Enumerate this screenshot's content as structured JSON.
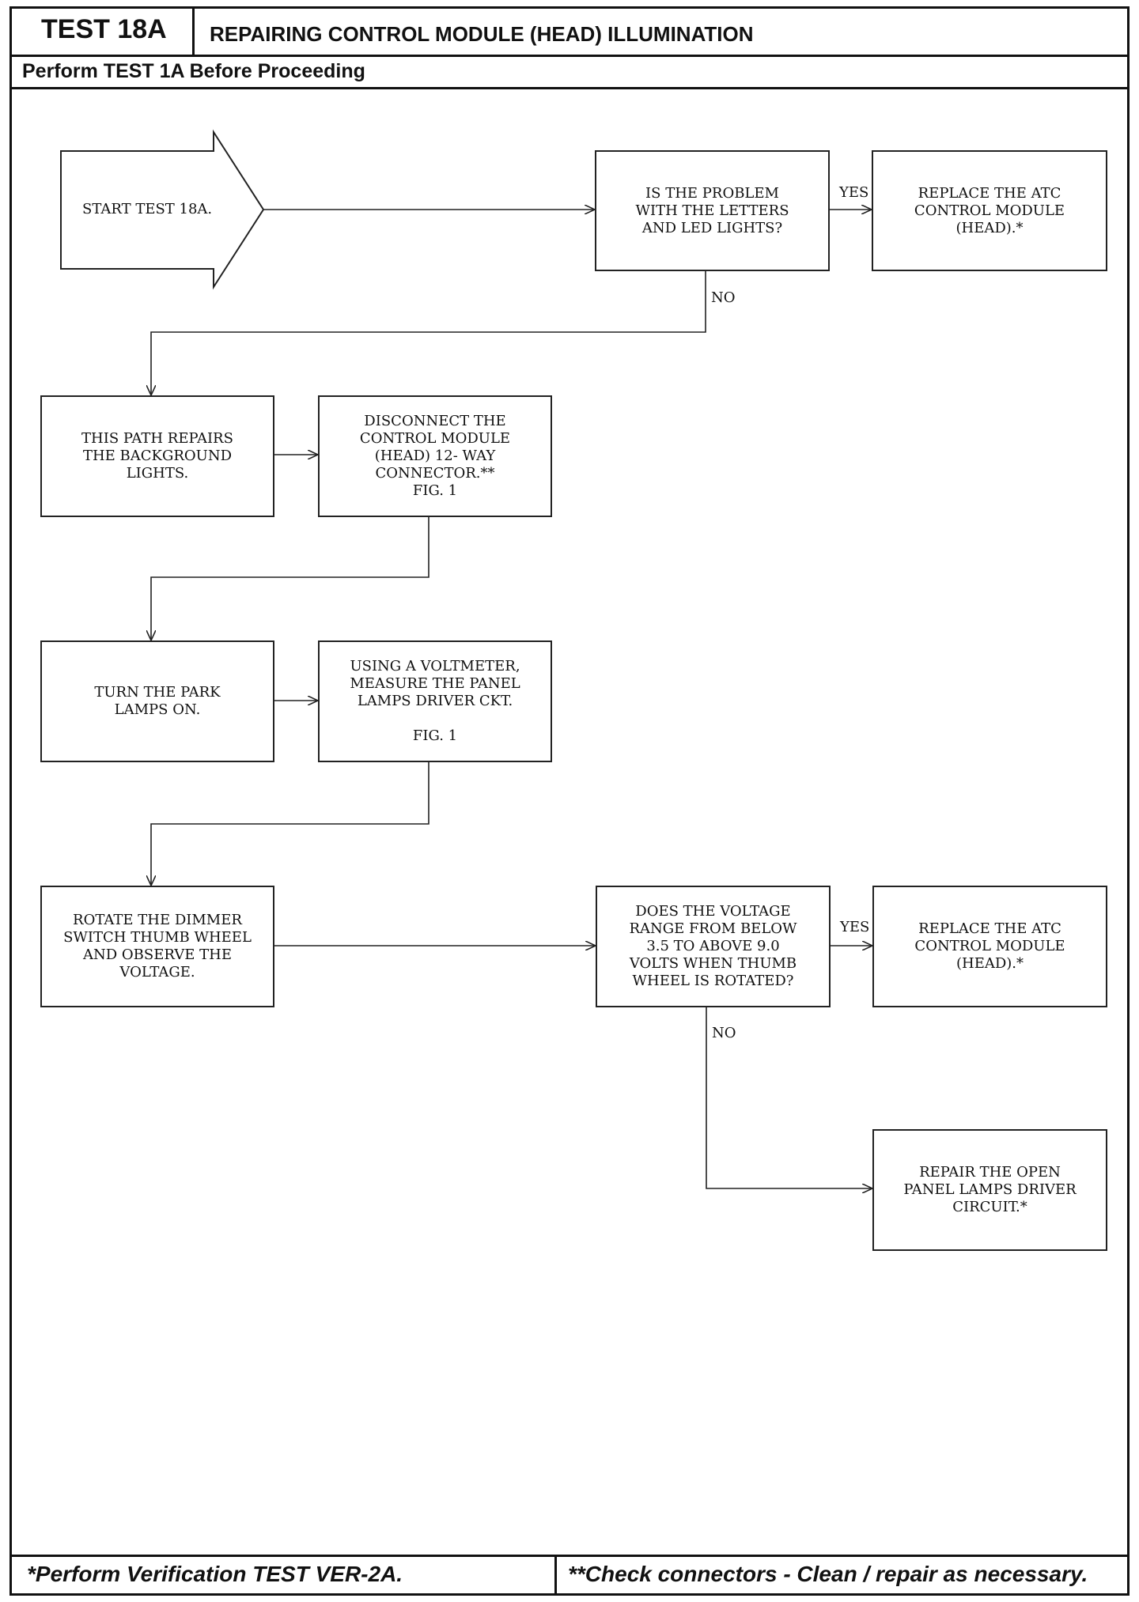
{
  "header": {
    "test_id": "TEST 18A",
    "title": "REPAIRING CONTROL MODULE (HEAD) ILLUMINATION",
    "subtitle": "Perform TEST 1A Before Proceeding"
  },
  "flow": {
    "start": "START TEST 18A.",
    "q_letters": "IS THE PROBLEM\nWITH THE LETTERS\nAND LED LIGHTS?",
    "replace_1": "REPLACE THE ATC\nCONTROL MODULE\n(HEAD).*",
    "background": "THIS PATH REPAIRS\nTHE BACKGROUND\nLIGHTS.",
    "disconnect": "DISCONNECT THE\nCONTROL MODULE\n(HEAD) 12- WAY\nCONNECTOR.**\nFIG. 1",
    "park": "TURN THE PARK\nLAMPS ON.",
    "voltmeter": "USING A VOLTMETER,\nMEASURE THE PANEL\nLAMPS DRIVER CKT.\n\nFIG. 1",
    "rotate": "ROTATE THE DIMMER\nSWITCH THUMB WHEEL\nAND OBSERVE THE\nVOLTAGE.",
    "q_voltage": "DOES THE VOLTAGE\nRANGE FROM BELOW\n3.5 TO ABOVE 9.0\nVOLTS WHEN THUMB\nWHEEL IS ROTATED?",
    "replace_2": "REPLACE THE ATC\nCONTROL MODULE\n(HEAD).*",
    "repair_open": "REPAIR THE OPEN\nPANEL LAMPS DRIVER\nCIRCUIT.*",
    "yes_label": "YES",
    "no_label": "NO"
  },
  "footer": {
    "left": "*Perform Verification TEST VER-2A.",
    "right": "**Check connectors - Clean / repair as necessary."
  }
}
